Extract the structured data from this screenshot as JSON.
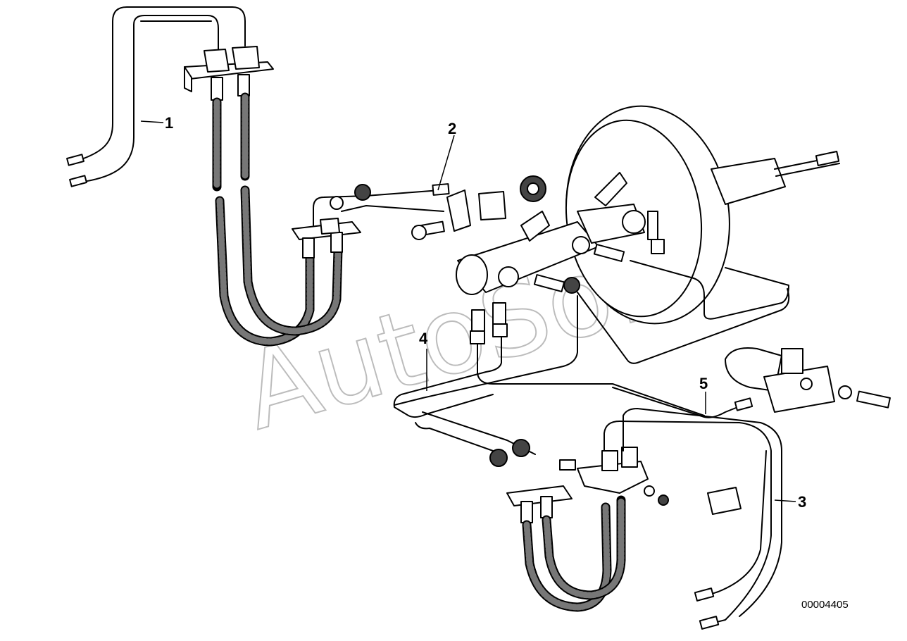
{
  "diagram": {
    "callouts": [
      {
        "id": "1",
        "label": "1"
      },
      {
        "id": "2",
        "label": "2"
      },
      {
        "id": "3",
        "label": "3"
      },
      {
        "id": "4",
        "label": "4"
      },
      {
        "id": "5",
        "label": "5"
      }
    ],
    "reference_number": "00004405",
    "watermark": "AutoSoft"
  }
}
